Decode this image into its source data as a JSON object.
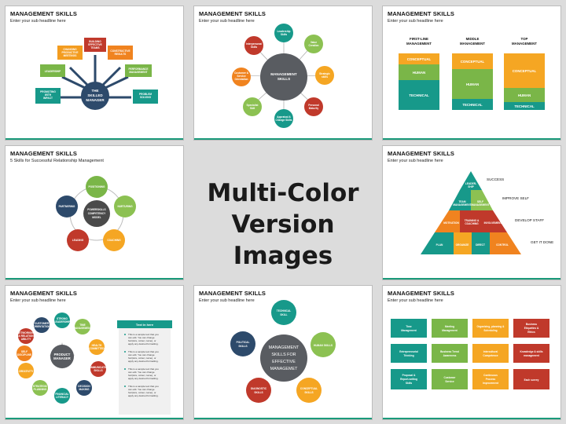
{
  "center_title": {
    "line1": "Multi-Color",
    "line2": "Version Images"
  },
  "slides": [
    {
      "title": "MANAGEMENT SKILLS",
      "subtitle": "Enter your sub headline here",
      "center": [
        "THE",
        "SKILLED",
        "MANAGER"
      ],
      "boxes": [
        [
          "BUILDING",
          "EFFECTIVE",
          "TEAMS"
        ],
        [
          "CHANGING",
          "PRODUCTIVE",
          "MEETINGS"
        ],
        [
          "CONSTRUCTIVE",
          "RESULTS"
        ],
        [
          "LEADERSHIP"
        ],
        [
          "PERFORMANCE",
          "MANAGEMENT"
        ],
        [
          "PROMOTING",
          "WITH",
          "IMPACT"
        ],
        [
          "PROBLEM",
          "SOLVING"
        ]
      ]
    },
    {
      "title": "MANAGEMENT SKILLS",
      "subtitle": "Enter your sub headline here",
      "center": [
        "MANAGEMENT",
        "SKILLS"
      ],
      "circles": [
        [
          "Leadership",
          "Skills"
        ],
        [
          "Value",
          "Creation"
        ],
        [
          "Strategic",
          "skills"
        ],
        [
          "Personal",
          "Maturity"
        ],
        [
          "Appraisal &",
          "Change Skills"
        ],
        [
          "Specialist",
          "Skill"
        ],
        [
          "Customer &",
          "Service",
          "Orientation"
        ],
        [
          "Interpersonal",
          "Skills"
        ]
      ]
    },
    {
      "title": "MANAGEMENT SKILLS",
      "subtitle": "",
      "columns": [
        {
          "header": [
            "FIRST-LINE",
            "MANAGEMENT"
          ],
          "levels": [
            "CONCEPTUAL",
            "HUMAN",
            "TECHNICAL"
          ]
        },
        {
          "header": [
            "MIDDLE",
            "MANAGEMENT"
          ],
          "levels": [
            "CONCEPTUAL",
            "HUMAN",
            "TECHNICAL"
          ]
        },
        {
          "header": [
            "TOP",
            "MANAGEMENT"
          ],
          "levels": [
            "CONCEPTUAL",
            "HUMAN",
            "TECHNICAL"
          ]
        }
      ]
    },
    {
      "title": "MANAGEMENT SKILLS",
      "subtitle": "5 Skills for Successful Relationship Management",
      "center": [
        "POWERSKILLS",
        "COMPETENCY",
        "MODEL"
      ],
      "circles": [
        "POSITIONING",
        "NURTURING",
        "COACHING",
        "LEADING",
        "PARTNERING"
      ]
    },
    {
      "title": "MANAGEMENT SKILLS",
      "subtitle": "Enter your sub headline here",
      "labels": [
        "SUCCESS",
        "IMPROVE SELF",
        "DEVELOP STAFF",
        "GET IT DONE"
      ],
      "top": [
        "LEADER-",
        "SHIP"
      ],
      "row2": [
        [
          "TEAM",
          "MANAGEMENT"
        ],
        [
          "SELF",
          "MANAGEMENT"
        ]
      ],
      "row3": [
        "MOTIVATION",
        [
          "TRAINING &",
          "COACHING"
        ],
        "INVOLVEMENT"
      ],
      "row4": [
        "PLAN",
        "ORGANIZE",
        "DIRECT",
        "CONTROL"
      ]
    },
    {
      "title": "MANAGEMENT SKILLS",
      "subtitle": "Enter your sub headline here",
      "center": [
        "PRODUCT",
        "MANAGER"
      ],
      "circles": [
        [
          "STRONG",
          "LEADERSHIP"
        ],
        [
          "TIME",
          "MANAGEMENT"
        ],
        [
          "HEALTH",
          "COMMITTED"
        ],
        [
          "COMMUNICATION",
          "SKILLS"
        ],
        [
          "DECISION",
          "MAKING"
        ],
        [
          "FINANCIAL",
          "LITERACY"
        ],
        [
          "STRATEGIC",
          "PLANNING"
        ],
        [
          "CREATIVITY"
        ],
        [
          "SELF",
          "DISCIPLINE"
        ],
        [
          "NETWORKING",
          "& RELATION",
          "ABILITY"
        ],
        [
          "CUSTOMER",
          "ORIENTATION"
        ]
      ],
      "panel_title": "Text in here",
      "panel_item": [
        "This is a sample text that you",
        "can edit. You can change",
        "font(size, colour, name), or",
        "apply any desired formatting."
      ]
    },
    {
      "title": "MANAGEMENT SKILLS",
      "subtitle": "Enter your sub headline here",
      "center": [
        "MANAGEMENT",
        "SKILLS FOR",
        "EFFECTIVE",
        "MANAGEMET"
      ],
      "circles": [
        [
          "TECHNICAL",
          "SKILL"
        ],
        [
          "HUMAN SKILLS"
        ],
        [
          "CONCEPTUAL",
          "SKILLS"
        ],
        [
          "DIAGNOSTIC",
          "SKILLS"
        ],
        [
          "POLITICAL",
          "SKILLS"
        ]
      ]
    },
    {
      "title": "MANAGEMENT SKILLS",
      "subtitle": "Enter your sub headline here",
      "grid": [
        [
          [
            "Time",
            "Management"
          ],
          [
            "Meeting",
            "Management"
          ],
          [
            "Organizing, planning &",
            "Scheduling"
          ],
          [
            "Business",
            "Etiquettes &",
            "Ethics"
          ]
        ],
        [
          [
            "Entrepreneurial",
            "Thinking"
          ],
          [
            "Business Trend",
            "Awareness"
          ],
          [
            "Intercultural",
            "Competence"
          ],
          [
            "Knowledge & skills",
            "management"
          ]
        ],
        [
          [
            "Proposal &",
            "Report-writing",
            "Skills"
          ],
          [
            "Customer",
            "Service"
          ],
          [
            "Continuous",
            "Process",
            "Improvement"
          ],
          [
            "Each survey"
          ]
        ]
      ]
    }
  ]
}
